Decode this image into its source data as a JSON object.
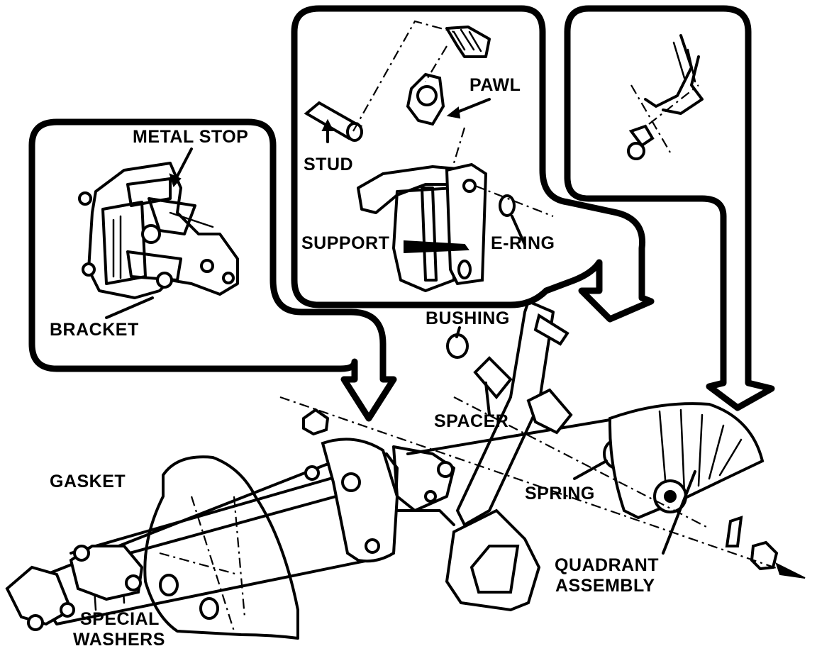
{
  "labels": {
    "metal_stop": "METAL STOP",
    "bracket": "BRACKET",
    "stud": "STUD",
    "pawl": "PAWL",
    "support": "SUPPORT",
    "e_ring": "E-RING",
    "bushing": "BUSHING",
    "spacer": "SPACER",
    "spring": "SPRING",
    "gasket": "GASKET",
    "special_washers_line1": "SPECIAL",
    "special_washers_line2": "WASHERS",
    "quadrant_assembly_line1": "QUADRANT",
    "quadrant_assembly_line2": "ASSEMBLY"
  },
  "colors": {
    "ink": "#000000",
    "paper": "#ffffff"
  }
}
